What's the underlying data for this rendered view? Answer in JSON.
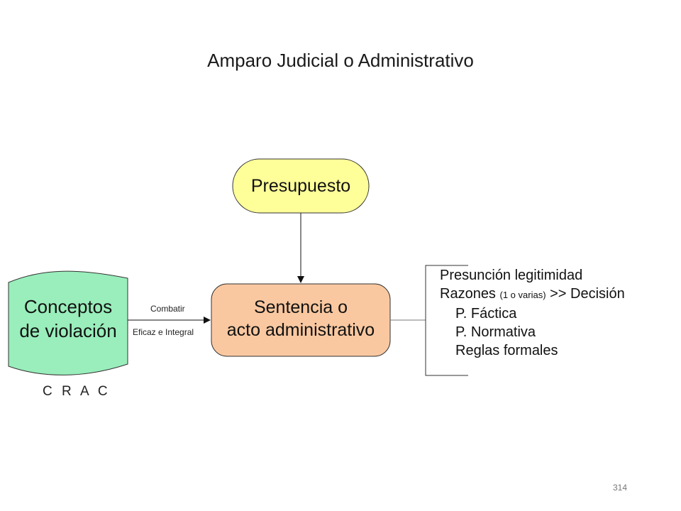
{
  "slide": {
    "title": "Amparo Judicial o Administrativo",
    "page_number": "314"
  },
  "diagram": {
    "nodes": {
      "presupuesto": {
        "label": "Presupuesto",
        "fill": "#ffff99"
      },
      "sentencia": {
        "line1": "Sentencia o",
        "line2": "acto administrativo",
        "fill": "#fac8a0"
      },
      "conceptos": {
        "line1": "Conceptos",
        "line2": "de violación",
        "fill": "#99eebb"
      }
    },
    "edges": {
      "conceptos_to_sentencia": {
        "label_above": "Combatir",
        "label_below": "Eficaz e Integral"
      }
    },
    "crac_label": "C R A C",
    "notes": {
      "line1": "Presunción legitimidad",
      "line2_main": "Razones",
      "line2_small": "(1 o varias)",
      "line2_end": ">> Decisión",
      "line3": "P. Fáctica",
      "line4": "P. Normativa",
      "line5": "Reglas formales"
    }
  }
}
